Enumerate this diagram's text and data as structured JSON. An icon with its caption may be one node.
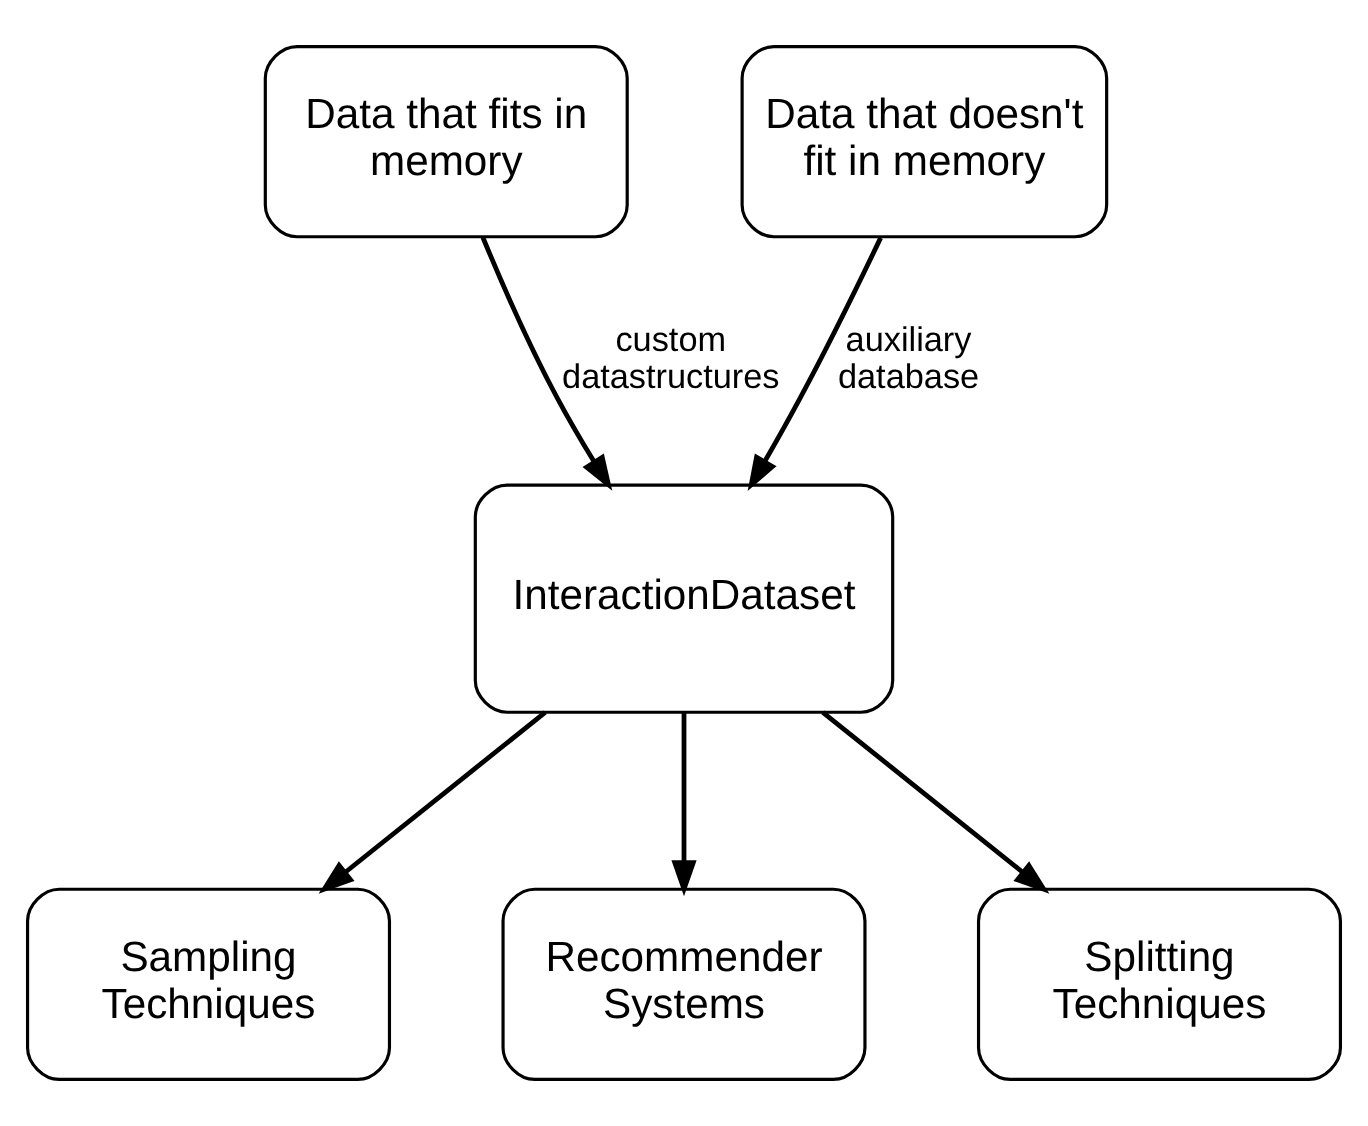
{
  "diagram": {
    "nodes": [
      {
        "text": [
          "Data that fits in memory"
        ]
      },
      {
        "text": [
          "Data that doesn't fit in memory"
        ]
      },
      {
        "text": [
          "InteractionDataset"
        ]
      },
      {
        "text": [
          "Sampling Techniques"
        ]
      },
      {
        "text": [
          "Recommender Systems"
        ]
      },
      {
        "text": [
          "Splitting Techniques"
        ]
      }
    ],
    "edges": [
      {
        "from": 0,
        "to": 2,
        "arrow": "to",
        "label": "custom datastructures"
      },
      {
        "from": 1,
        "to": 2,
        "arrow": "to",
        "label": "auxiliary database"
      },
      {
        "from": 2,
        "to": 3,
        "arrow": "to"
      },
      {
        "from": 2,
        "to": 4,
        "arrow": "to"
      },
      {
        "from": 2,
        "to": 5,
        "arrow": "to"
      }
    ]
  }
}
